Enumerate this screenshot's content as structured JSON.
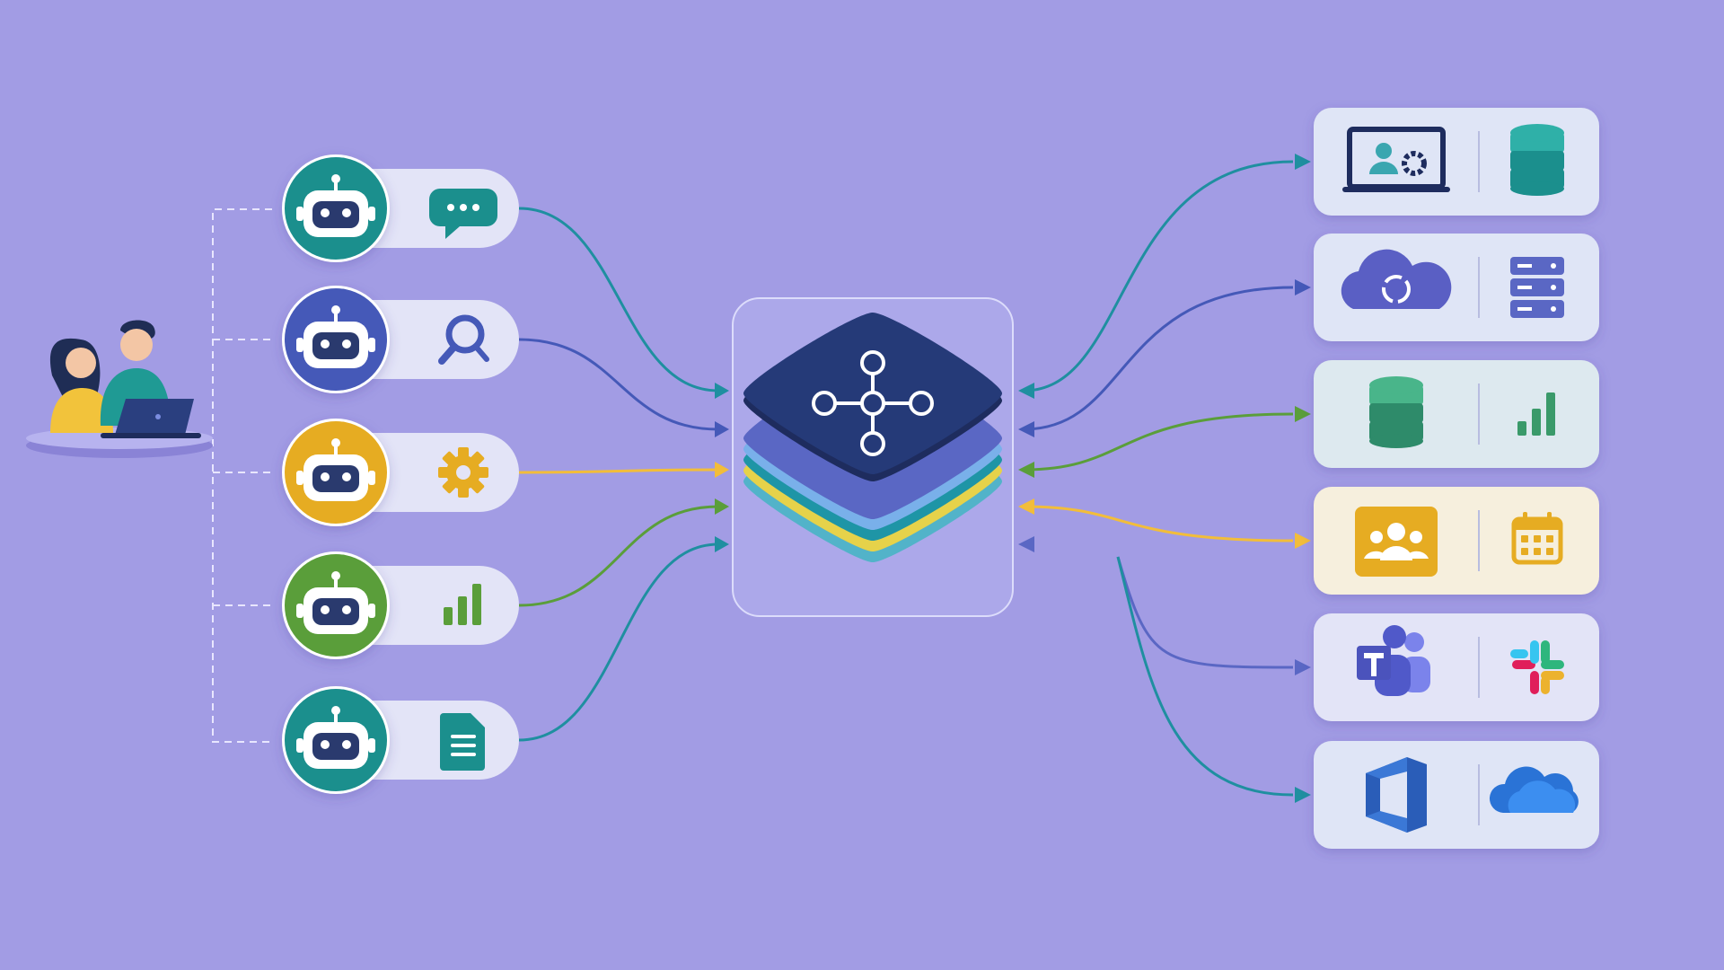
{
  "theme": {
    "background": "#a29ce4",
    "panel_bg": "#e3e4f7",
    "card_bg": "#dfe5f6"
  },
  "users": {
    "icon": "users-with-laptop-icon"
  },
  "agents": [
    {
      "name": "agent-chat",
      "color": "#1b8f8d",
      "tool_icon": "chat-bubble-icon",
      "tool_color": "#1b8f8d",
      "link_color": "#1f8fa0"
    },
    {
      "name": "agent-search",
      "color": "#4559b8",
      "tool_icon": "magnifier-icon",
      "tool_color": "#4559b8",
      "link_color": "#4559b8"
    },
    {
      "name": "agent-settings",
      "color": "#e6ac22",
      "tool_icon": "gear-icon",
      "tool_color": "#e6ac22",
      "link_color": "#f2bd3a"
    },
    {
      "name": "agent-analytics",
      "color": "#5a9e3a",
      "tool_icon": "bar-chart-icon",
      "tool_color": "#5a9e3a",
      "link_color": "#5a9e3a"
    },
    {
      "name": "agent-documents",
      "color": "#1b8f8d",
      "tool_icon": "document-icon",
      "tool_color": "#1b8f8d",
      "link_color": "#1f8fa0"
    }
  ],
  "hub": {
    "icon": "network-hub-icon",
    "top_color": "#253a78",
    "layers": [
      "#5a67c4",
      "#79b0ea",
      "#1e95a6",
      "#e6d24a",
      "#52b3c9"
    ]
  },
  "services": [
    {
      "name": "admin-database",
      "bg": "#dfe5f6",
      "icons": [
        "laptop-user-settings-icon",
        "database-icon"
      ],
      "accent": "#1b8f8d",
      "link_color": "#1f8fa0"
    },
    {
      "name": "cloud-servers",
      "bg": "#dfe5f6",
      "icons": [
        "cloud-sync-icon",
        "server-rack-icon"
      ],
      "accent": "#5a67c4",
      "link_color": "#4559b8"
    },
    {
      "name": "data-analytics",
      "bg": "#dde9ef",
      "icons": [
        "database-green-icon",
        "bar-chart-green-icon"
      ],
      "accent": "#3a9a6a",
      "link_color": "#5a9e3a"
    },
    {
      "name": "team-calendar",
      "bg": "#f6efdd",
      "icons": [
        "team-icon",
        "calendar-icon"
      ],
      "accent": "#e6ac22",
      "link_color": "#f2bd3a"
    },
    {
      "name": "teams-slack",
      "bg": "#e3e4f7",
      "icons": [
        "microsoft-teams-icon",
        "slack-icon"
      ],
      "accent": "#5059c9",
      "link_color": "#5a67c4"
    },
    {
      "name": "office-onedrive",
      "bg": "#dfe5f6",
      "icons": [
        "office-icon",
        "onedrive-icon"
      ],
      "accent": "#2a66c9",
      "link_color": "#1f8fa0"
    }
  ]
}
